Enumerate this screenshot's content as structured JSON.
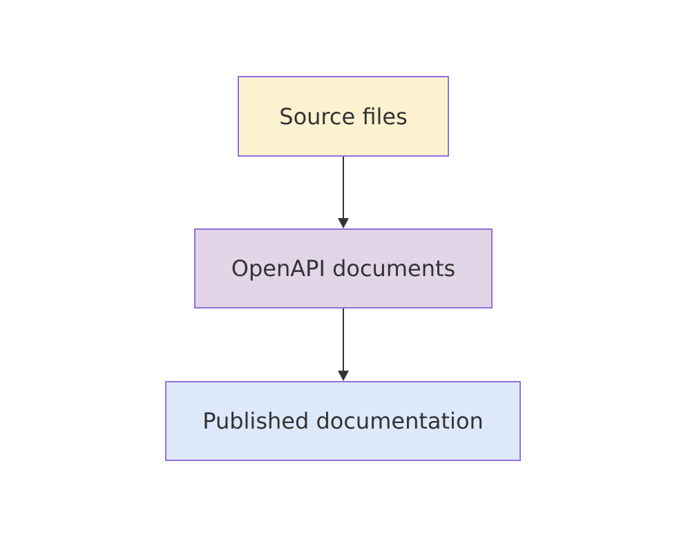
{
  "diagram": {
    "type": "flowchart",
    "direction": "top-to-bottom",
    "colors": {
      "node_border": "#9370db",
      "text": "#333333",
      "edge": "#333333",
      "background": "#ffffff"
    },
    "nodes": [
      {
        "id": "source",
        "label": "Source files",
        "fill": "#fdf2d0"
      },
      {
        "id": "openapi",
        "label": "OpenAPI documents",
        "fill": "#e1d5e7"
      },
      {
        "id": "published",
        "label": "Published documentation",
        "fill": "#dde8fa"
      }
    ],
    "edges": [
      {
        "from": "source",
        "to": "openapi"
      },
      {
        "from": "openapi",
        "to": "published"
      }
    ]
  }
}
